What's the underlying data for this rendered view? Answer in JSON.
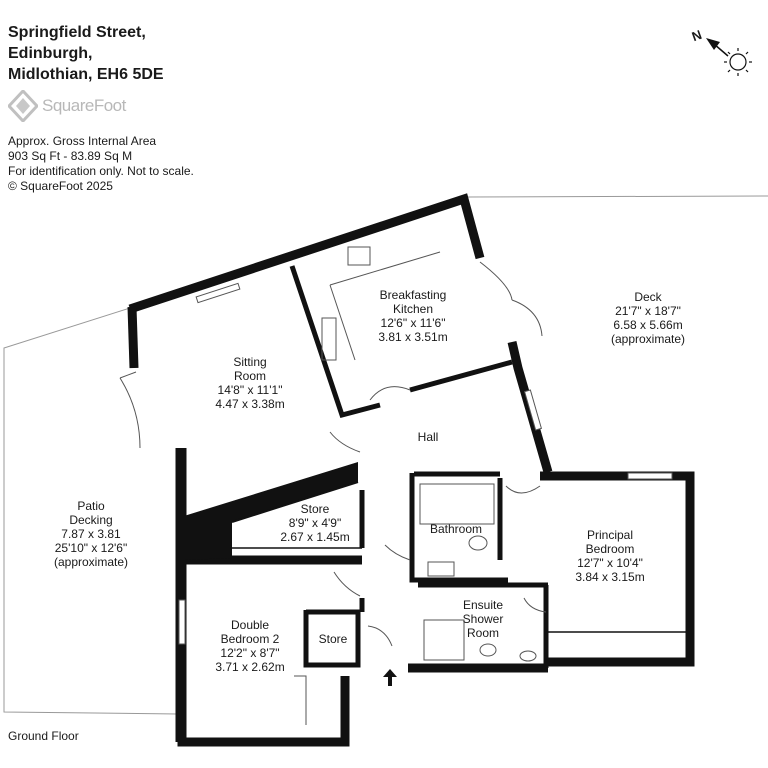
{
  "address": {
    "line1": "Springfield Street,",
    "line2": "Edinburgh,",
    "line3": "Midlothian, EH6 5DE"
  },
  "brand": {
    "name": "SquareFoot",
    "logo_icon": "squarefoot-diamond-logo"
  },
  "area_info": {
    "line1": "Approx. Gross Internal Area",
    "line2": "903 Sq Ft  -  83.89 Sq M",
    "line3": "For identification only. Not to scale.",
    "line4": "© SquareFoot 2025"
  },
  "compass": {
    "label": "N",
    "icon": "north-arrow-sun-icon"
  },
  "floor_label": "Ground Floor",
  "rooms": {
    "breakfasting_kitchen": {
      "name1": "Breakfasting",
      "name2": "Kitchen",
      "imperial": "12'6\" x 11'6\"",
      "metric": "3.81 x 3.51m"
    },
    "sitting_room": {
      "name1": "Sitting",
      "name2": "Room",
      "imperial": "14'8\" x 11'1\"",
      "metric": "4.47 x 3.38m"
    },
    "deck": {
      "name": "Deck",
      "imperial": "21'7\" x 18'7\"",
      "metric": "6.58 x 5.66m",
      "note": "(approximate)"
    },
    "hall": {
      "name": "Hall"
    },
    "patio": {
      "name1": "Patio",
      "name2": "Decking",
      "metric": "7.87 x 3.81",
      "imperial": "25'10\" x 12'6\"",
      "note": "(approximate)"
    },
    "store_main": {
      "name": "Store",
      "imperial": "8'9\" x 4'9\"",
      "metric": "2.67 x 1.45m"
    },
    "bathroom": {
      "name": "Bathroom"
    },
    "principal_bedroom": {
      "name1": "Principal",
      "name2": "Bedroom",
      "imperial": "12'7\" x 10'4\"",
      "metric": "3.84 x 3.15m"
    },
    "ensuite": {
      "name1": "Ensuite",
      "name2": "Shower",
      "name3": "Room"
    },
    "double_bedroom": {
      "name1": "Double",
      "name2": "Bedroom 2",
      "imperial": "12'2\" x 8'7\"",
      "metric": "3.71 x 2.62m"
    },
    "store_small": {
      "name": "Store"
    }
  },
  "entry_icon": "entrance-arrow-icon"
}
